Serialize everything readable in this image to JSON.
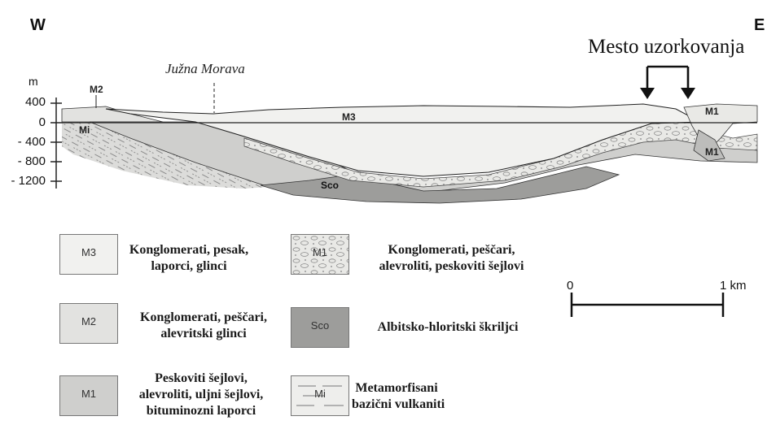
{
  "section": {
    "west_label": "W",
    "east_label": "E",
    "sampling_site": "Mesto uzorkovanja",
    "river": "Južna Morava",
    "y_unit": "m",
    "y_ticks": [
      "400",
      "0",
      "- 400",
      "- 800",
      "- 1200"
    ],
    "unit_labels": {
      "m2": "M2",
      "m3": "M3",
      "mi": "Mi",
      "sco": "Sco",
      "m1_upper": "M1",
      "m1_lower": "M1"
    }
  },
  "legend": [
    {
      "code": "M3",
      "sub": "3",
      "lines": [
        "Konglomerati, pesak,",
        "laporci, glinci"
      ]
    },
    {
      "code": "M1",
      "sub": "1",
      "lines": [
        "Konglomerati, peščari,",
        "alevroliti, peskoviti šejlovi"
      ]
    },
    {
      "code": "M2",
      "sub": "2",
      "lines": [
        "Konglomerati, peščari,",
        "alevritski glinci"
      ]
    },
    {
      "code": "Sco",
      "sub": "",
      "lines": [
        "Albitsko-hloritski škriljci"
      ]
    },
    {
      "code": "M1",
      "sub": "1",
      "lines": [
        "Peskoviti šejlovi,",
        "alevroliti, uljni šejlovi,",
        "bituminozni laporci"
      ]
    },
    {
      "code": "Mi",
      "sub": "",
      "lines": [
        "Metamorfisani",
        "bazični vulkaniti"
      ]
    }
  ],
  "scale": {
    "start": "0",
    "end": "1 km"
  },
  "colors": {
    "m3": "#f1f1ef",
    "m2": "#e2e2e0",
    "m1": "#cfcfcd",
    "m1_conglomerate": "#e9e9e6",
    "sco": "#9d9d9b",
    "mi": "#dcdcda",
    "line": "#222222"
  }
}
